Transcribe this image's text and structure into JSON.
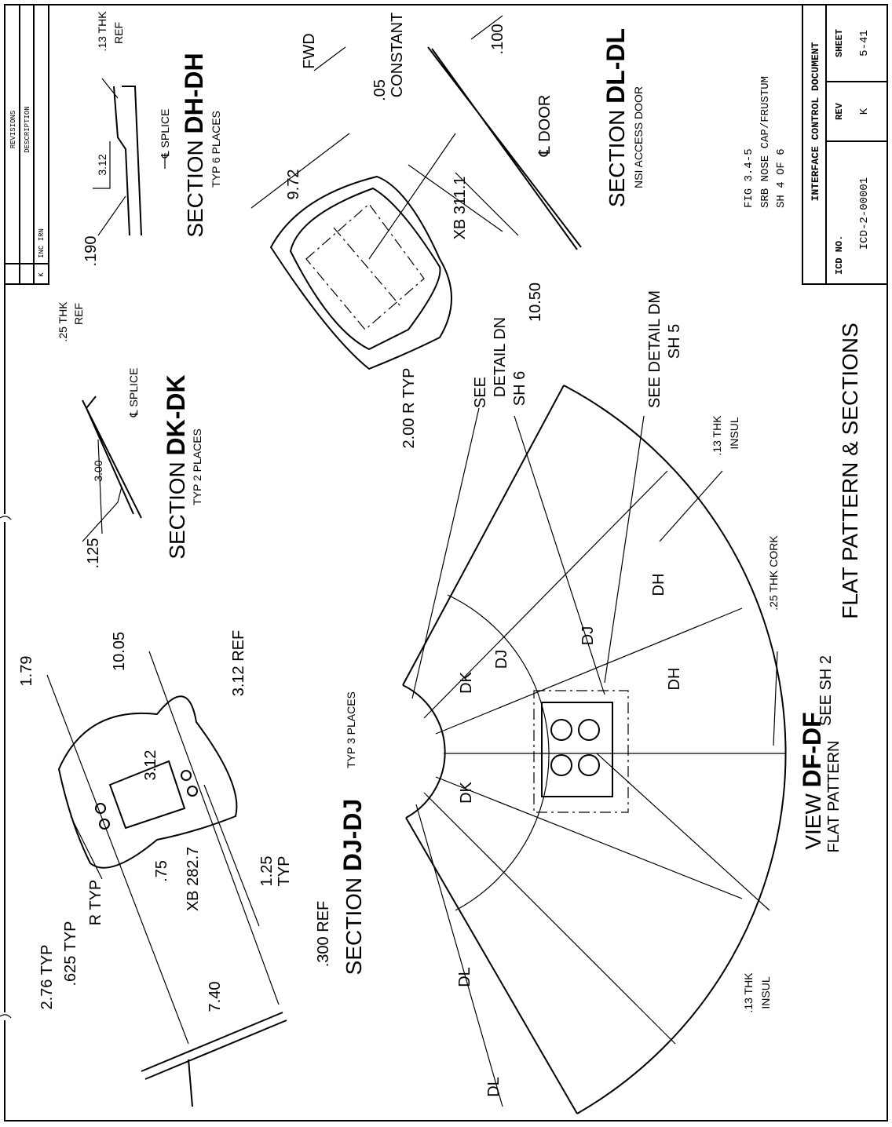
{
  "title_block": {
    "fig": "FIG 3.4-5",
    "title": "SRB NOSE CAP/FRUSTUM",
    "sheet_of": "SH 4 OF 6",
    "header": "INTERFACE CONTROL DOCUMENT",
    "icd_label": "ICD NO.",
    "icd_value": "ICD-2-00001",
    "rev_label": "REV",
    "rev_value": "K",
    "sheet_label": "SHEET",
    "sheet_value": "5-41"
  },
  "revisions": {
    "header": "REVISIONS",
    "description_header": "DESCRIPTION",
    "rows": [
      {
        "rev": "K",
        "description": "INC IRN"
      }
    ]
  },
  "section_dh": {
    "section": "SECTION ",
    "id": "DH-DH",
    "note": "TYP 6 PLACES",
    "thk": ".13 THK",
    "ref": "REF",
    "dim": "3.12",
    "splice": "℄ SPLICE",
    "dim2": ".190"
  },
  "section_dk": {
    "section": "SECTION ",
    "id": "DK-DK",
    "note": "TYP 2 PLACES",
    "thk": ".25 THK",
    "ref": "REF",
    "dim": "3.00",
    "splice": "℄ SPLICE",
    "dim2": ".125"
  },
  "section_dl": {
    "section": "SECTION ",
    "id": "DL-DL",
    "note": "NSI ACCESS DOOR",
    "fwd": "FWD",
    "d05": ".05",
    "constant": "CONSTANT",
    "d100": ".100",
    "door": "℄ DOOR",
    "xb": "XB 311.1",
    "d1050": "10.50",
    "d972": "9.72",
    "radius": "2.00 R TYP"
  },
  "section_dj": {
    "section": "SECTION ",
    "id": "DJ-DJ",
    "note": "TYP 3 PLACES",
    "d179": "1.79",
    "d1005": "10.05",
    "d312ref": "3.12 REF",
    "d312": "3.12",
    "d276": "2.76 TYP",
    "d625": ".625 TYP",
    "rtyp": "R TYP",
    "d75": ".75",
    "xb": "XB 282.7",
    "d740": "7.40",
    "d125": "1.25",
    "typ": "TYP",
    "d300": ".300 REF"
  },
  "view_df": {
    "view": "VIEW ",
    "id": "DF-DF",
    "see": "SEE SH 2",
    "sub": "FLAT PATTERN",
    "main_title": "FLAT PATTERN & SECTIONS",
    "see_dn": [
      "SEE",
      "DETAIL DN",
      "SH 6"
    ],
    "see_dm": [
      "SEE DETAIL DM",
      "SH 5"
    ],
    "insul_top": [
      ".13 THK",
      "INSUL"
    ],
    "insul_bottom": [
      ".13 THK",
      "INSUL"
    ],
    "cork": ".25 THK CORK",
    "callouts": [
      "DK",
      "DJ",
      "DJ",
      "DH",
      "DH",
      "DK",
      "DL",
      "DL"
    ]
  }
}
